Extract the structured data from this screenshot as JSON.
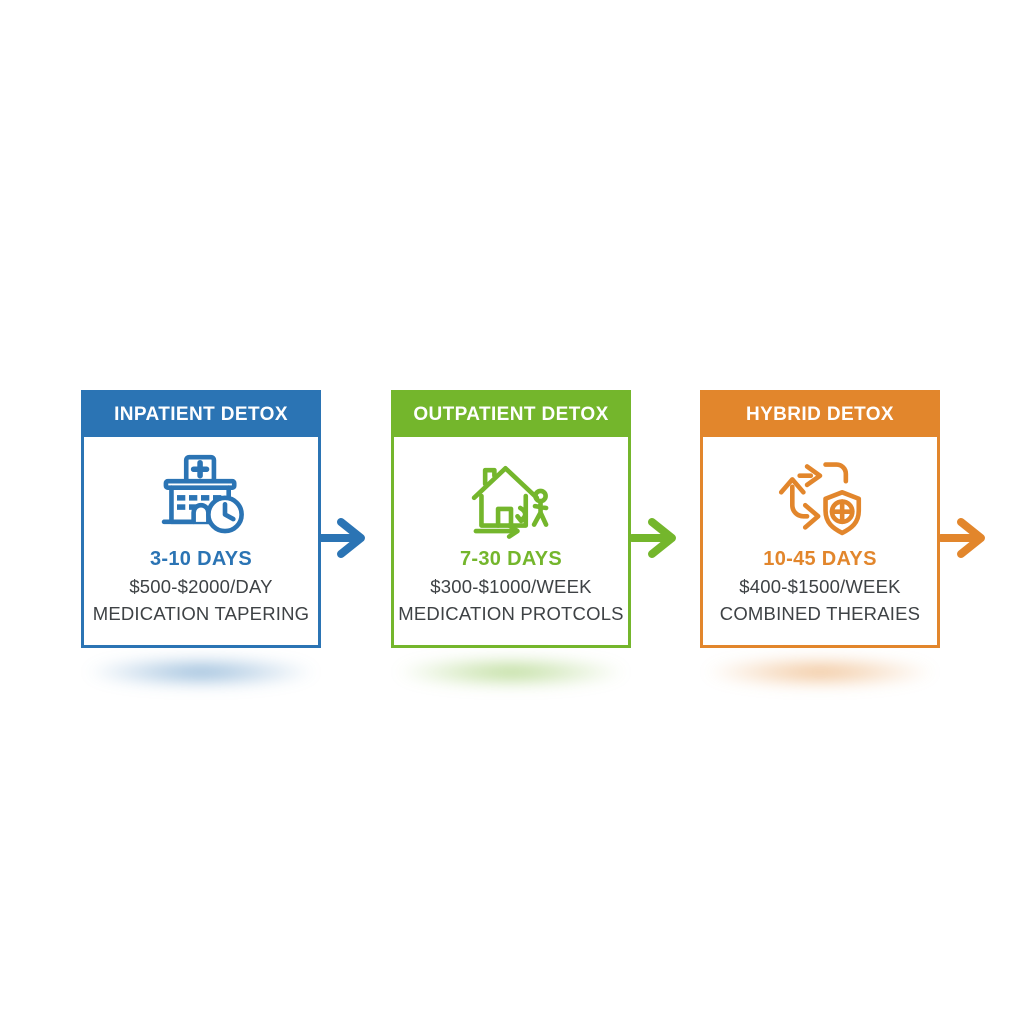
{
  "figure": {
    "background_color": "#ffffff",
    "body_text_color": "#3e4245"
  },
  "cards": [
    {
      "title": "INPATIENT DETOX",
      "theme_color": "#2b74b4",
      "icon": "hospital-clock-icon",
      "days": "3-10 DAYS",
      "price": "$500-$2000/DAY",
      "treatment": "MEDICATION TAPERING"
    },
    {
      "title": "OUTPATIENT DETOX",
      "theme_color": "#74b62c",
      "icon": "house-walkout-icon",
      "days": "7-30 DAYS",
      "price": "$300-$1000/WEEK",
      "treatment": "MEDICATION PROTCOLS"
    },
    {
      "title": "HYBRID DETOX",
      "theme_color": "#e2862c",
      "icon": "recycle-shield-icon",
      "days": "10-45 DAYS",
      "price": "$400-$1500/WEEK",
      "treatment": "COMBINED THERAIES"
    }
  ],
  "arrows": [
    {
      "name": "arrow-after-inpatient",
      "color": "#2b74b4"
    },
    {
      "name": "arrow-after-outpatient",
      "color": "#74b62c"
    },
    {
      "name": "arrow-after-hybrid",
      "color": "#e2862c"
    }
  ]
}
